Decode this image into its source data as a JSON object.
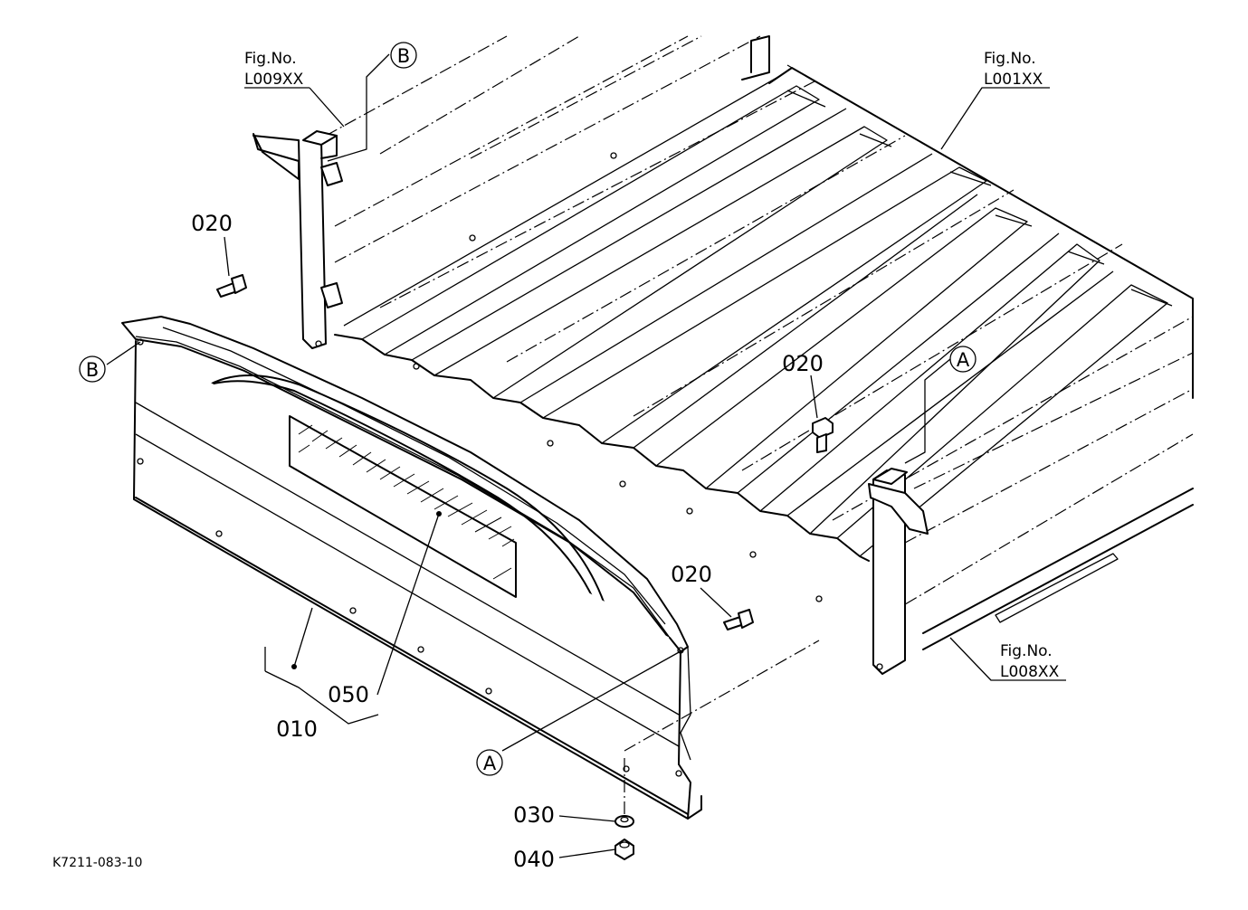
{
  "figure": {
    "drawing_id": "K7211-083-10",
    "parts": [
      {
        "ref": "010"
      },
      {
        "ref": "020"
      },
      {
        "ref": "030"
      },
      {
        "ref": "040"
      },
      {
        "ref": "050"
      }
    ],
    "fig_refs": [
      {
        "label": "Fig.No.",
        "code": "L009XX"
      },
      {
        "label": "Fig.No.",
        "code": "L001XX"
      },
      {
        "label": "Fig.No.",
        "code": "L008XX"
      }
    ],
    "connectors": [
      "A",
      "B"
    ]
  }
}
